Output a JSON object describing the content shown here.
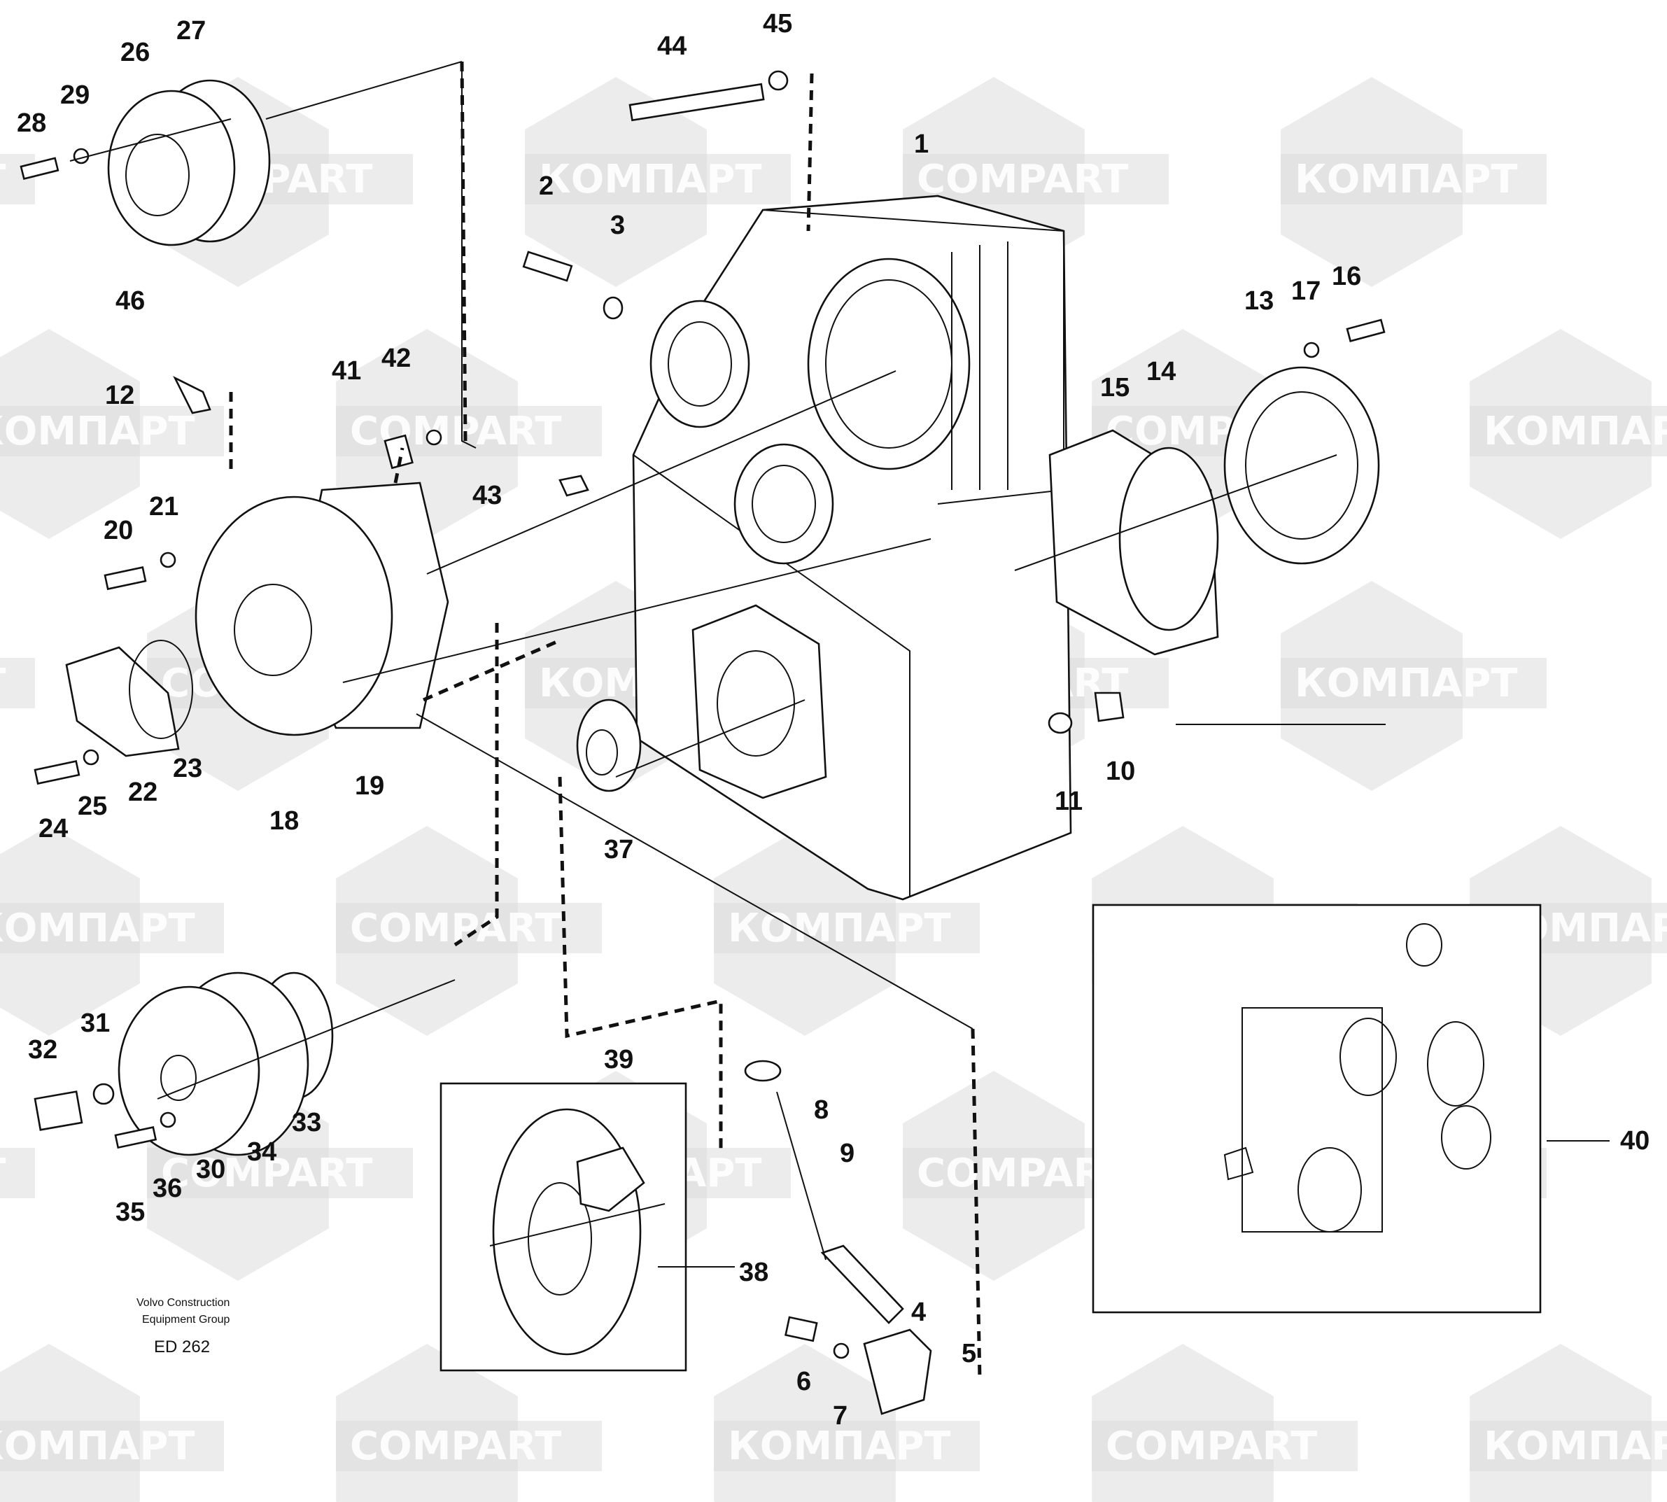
{
  "diagram": {
    "callouts": [
      "1",
      "2",
      "3",
      "4",
      "5",
      "6",
      "7",
      "8",
      "9",
      "10",
      "11",
      "12",
      "13",
      "14",
      "15",
      "16",
      "17",
      "18",
      "19",
      "20",
      "21",
      "22",
      "23",
      "24",
      "25",
      "26",
      "27",
      "28",
      "29",
      "30",
      "31",
      "32",
      "33",
      "34",
      "35",
      "36",
      "37",
      "38",
      "39",
      "40",
      "41",
      "42",
      "43",
      "44",
      "45",
      "46"
    ],
    "credit": {
      "line1": "Volvo Construction",
      "line2": "Equipment Group",
      "code": "ED 262"
    },
    "watermarks": {
      "ru": "КОМПАРТ",
      "en": "COMPART"
    }
  }
}
